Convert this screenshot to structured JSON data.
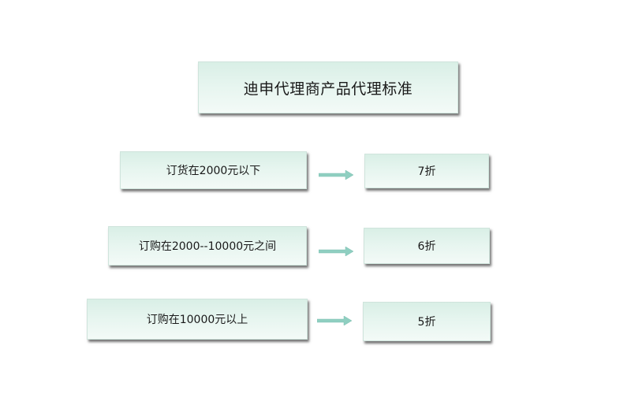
{
  "title": "迪申代理商产品代理标准",
  "tiers": [
    {
      "condition": "订货在2000元以下",
      "discount": "7折"
    },
    {
      "condition": "订购在2000--10000元之间",
      "discount": "6折"
    },
    {
      "condition": "订购在10000元以上",
      "discount": "5折"
    }
  ],
  "colors": {
    "box_fill_top": "#d9efe6",
    "box_fill_bottom": "#f3faf7",
    "arrow": "#8fcfc1",
    "background": "#ffffff"
  }
}
